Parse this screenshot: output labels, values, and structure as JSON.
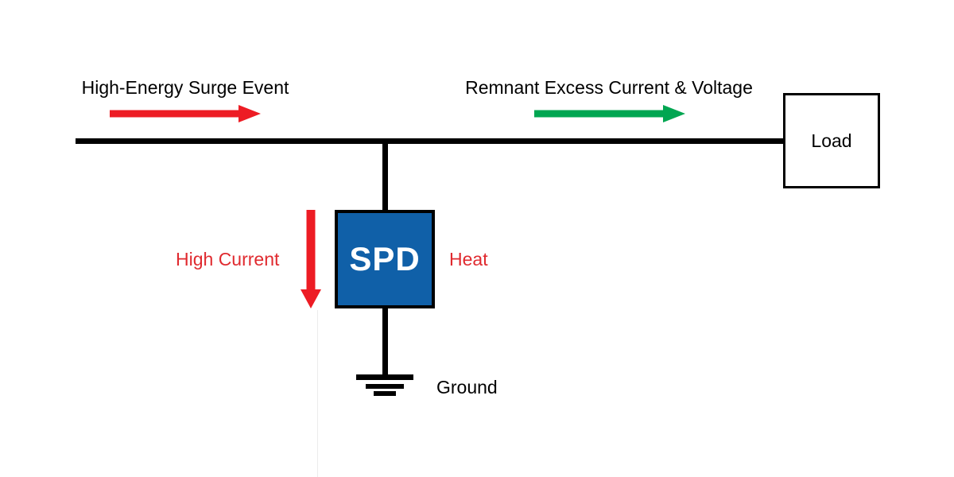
{
  "diagram": {
    "type": "spd-surge-protection-circuit",
    "background": "#ffffff",
    "labels": {
      "surge_event": "High-Energy Surge Event",
      "remnant": "Remnant Excess Current & Voltage",
      "high_current": "High Current",
      "heat": "Heat",
      "spd": "SPD",
      "load": "Load",
      "ground": "Ground"
    },
    "arrows": {
      "surge": {
        "direction": "right",
        "color": "#ED1C24"
      },
      "remnant": {
        "direction": "right",
        "color": "#00A651"
      },
      "high_current": {
        "direction": "down",
        "color": "#ED1C24"
      }
    },
    "colors": {
      "wire": "#000000",
      "text": "#000000",
      "red_text": "#E02A2F",
      "spd_fill": "#1060A8",
      "spd_text": "#FFFFFF",
      "load_fill": "#FFFFFF",
      "box_border": "#000000"
    }
  }
}
